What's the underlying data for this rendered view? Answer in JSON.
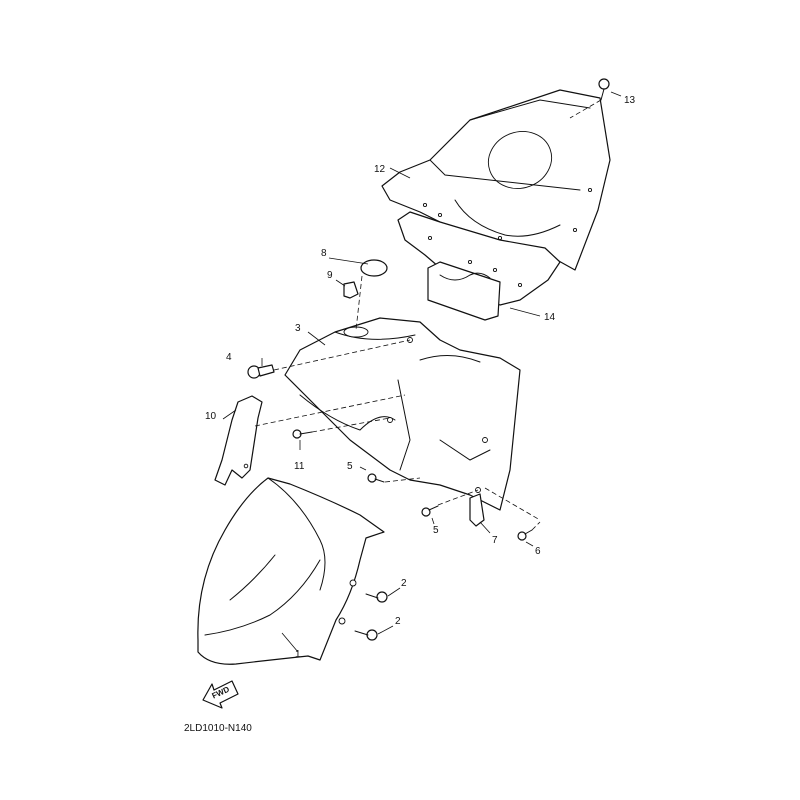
{
  "diagram": {
    "callouts": {
      "c1": "1",
      "c2a": "2",
      "c2b": "2",
      "c3": "3",
      "c4": "4",
      "c5a": "5",
      "c5b": "5",
      "c6": "6",
      "c7": "7",
      "c8": "8",
      "c9": "9",
      "c10": "10",
      "c11": "11",
      "c12": "12",
      "c13": "13",
      "c14": "14"
    },
    "fwd_label": "FWD",
    "code": "2LD1010-N140"
  }
}
